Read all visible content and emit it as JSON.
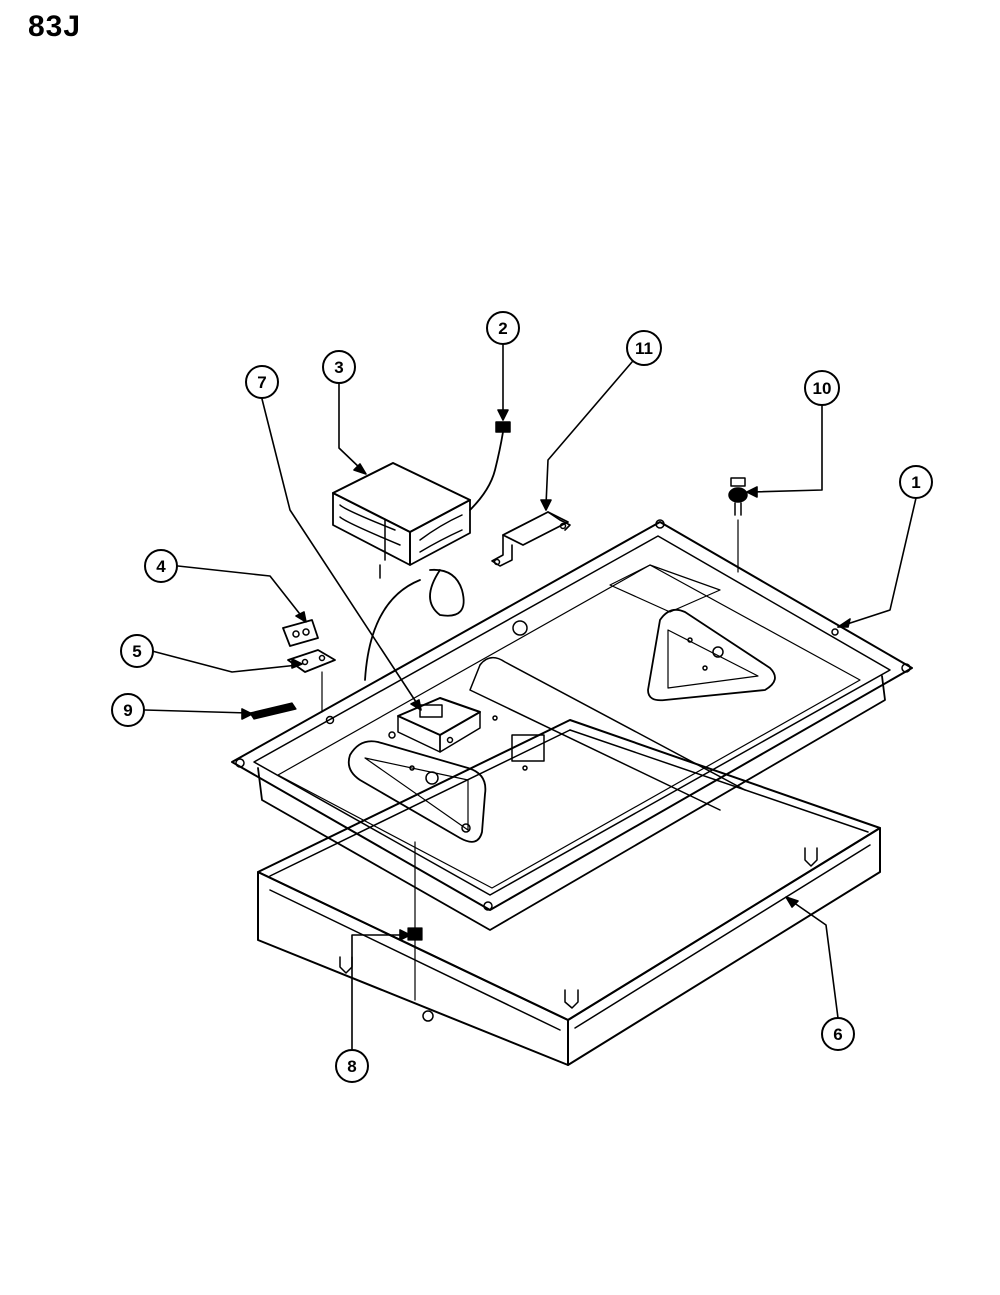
{
  "page": {
    "code": "83J"
  },
  "callouts": {
    "c1": "1",
    "c2": "2",
    "c3": "3",
    "c4": "4",
    "c5": "5",
    "c6": "6",
    "c7": "7",
    "c8": "8",
    "c9": "9",
    "c10": "10",
    "c11": "11"
  }
}
